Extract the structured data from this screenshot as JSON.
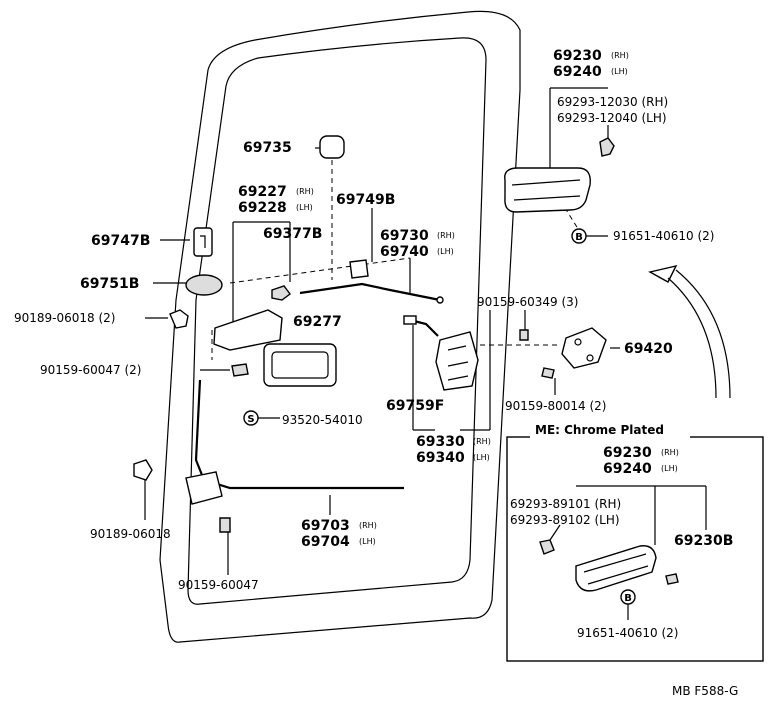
{
  "labels": {
    "p69230_top": "69230",
    "p69240_top": "69240",
    "rh": "(RH)",
    "lh": "(LH)",
    "p69293_12030": "69293-12030 (RH)",
    "p69293_12040": "69293-12040 (LH)",
    "p69735": "69735",
    "p69227": "69227",
    "p69228": "69228",
    "p69749B": "69749B",
    "p69377B": "69377B",
    "p69747B": "69747B",
    "p69730": "69730",
    "p69740": "69740",
    "p91651_top": "91651-40610 (2)",
    "p69751B": "69751B",
    "p90189_2": "90189-06018 (2)",
    "p69277": "69277",
    "p90159_60349": "90159-60349 (3)",
    "p69420": "69420",
    "p90159_60047_2": "90159-60047 (2)",
    "p69759F": "69759F",
    "p90159_80014": "90159-80014 (2)",
    "p93520": "93520-54010",
    "p69330": "69330",
    "p69340": "69340",
    "p90189_06018": "90189-06018",
    "p69703": "69703",
    "p69704": "69704",
    "p90159_60047": "90159-60047",
    "sym_b": "B",
    "sym_s": "S"
  },
  "inset": {
    "title": "ME: Chrome Plated",
    "p69230": "69230",
    "p69240": "69240",
    "p69293_89101": "69293-89101 (RH)",
    "p69293_89102": "69293-89102 (LH)",
    "p69230B": "69230B",
    "p91651": "91651-40610 (2)"
  },
  "figure_code": "MB F588-G"
}
